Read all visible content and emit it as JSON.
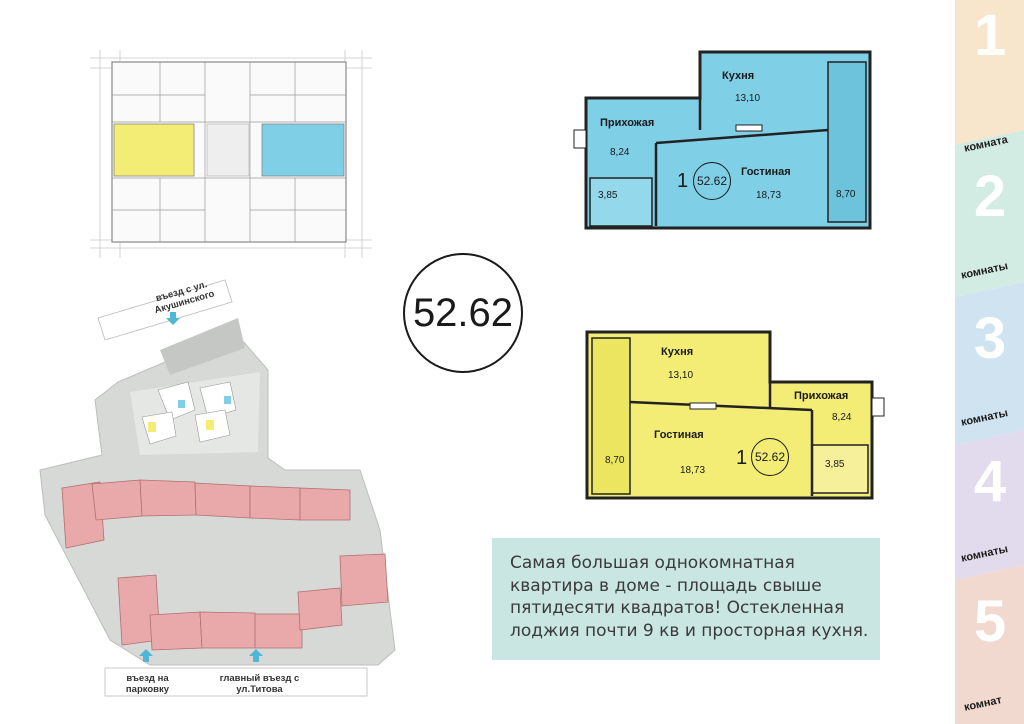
{
  "center_badge": {
    "area": "52.62"
  },
  "plan_blue": {
    "rooms": {
      "kitchen": "Кухня",
      "hall": "Прихожая",
      "living": "Гостиная"
    },
    "areas": {
      "kitchen": "13,10",
      "hall": "8,24",
      "living": "18,73",
      "loggia": "8,70",
      "bath": "3,85"
    },
    "room_count": "1",
    "total": "52.62",
    "color": "#7fcfe6"
  },
  "plan_yellow": {
    "rooms": {
      "kitchen": "Кухня",
      "hall": "Прихожая",
      "living": "Гостиная"
    },
    "areas": {
      "kitchen": "13,10",
      "hall": "8,24",
      "living": "18,73",
      "loggia": "8,70",
      "bath": "3,85"
    },
    "room_count": "1",
    "total": "52.62",
    "color": "#f3ec75"
  },
  "description": "Самая большая однокомнатная квартира в доме - площадь свыше пятидесяти квадратов! Остекленная лоджия почти 9 кв и просторная кухня.",
  "site_map": {
    "entry_top": "въезд с ул. Акушинского",
    "entry_parking": "въезд на парковку",
    "entry_main": "главный въезд с ул.Титова"
  },
  "room_tabs": [
    {
      "number": "1",
      "label": "комната",
      "color": "#f8e6cc"
    },
    {
      "number": "2",
      "label": "комнаты",
      "color": "#d3ece3"
    },
    {
      "number": "3",
      "label": "комнаты",
      "color": "#cfe3f1"
    },
    {
      "number": "4",
      "label": "комнаты",
      "color": "#e1dbed"
    },
    {
      "number": "5",
      "label": "комнат",
      "color": "#f1d9cf"
    }
  ]
}
